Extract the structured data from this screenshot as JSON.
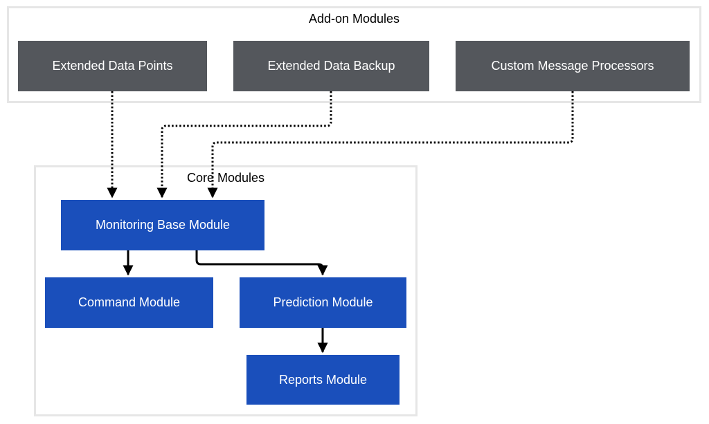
{
  "addon_group": {
    "title": "Add-on Modules",
    "nodes": {
      "extended_data_points": "Extended Data Points",
      "extended_data_backup": "Extended Data Backup",
      "custom_message_processors": "Custom Message Processors"
    }
  },
  "core_group": {
    "title": "Core Modules",
    "nodes": {
      "monitoring_base": "Monitoring Base Module",
      "command": "Command Module",
      "prediction": "Prediction Module",
      "reports": "Reports Module"
    }
  },
  "edges": [
    {
      "from": "Extended Data Points",
      "to": "Monitoring Base Module",
      "style": "dotted"
    },
    {
      "from": "Extended Data Backup",
      "to": "Monitoring Base Module",
      "style": "dotted"
    },
    {
      "from": "Custom Message Processors",
      "to": "Monitoring Base Module",
      "style": "dotted"
    },
    {
      "from": "Monitoring Base Module",
      "to": "Command Module",
      "style": "solid"
    },
    {
      "from": "Monitoring Base Module",
      "to": "Prediction Module",
      "style": "solid"
    },
    {
      "from": "Prediction Module",
      "to": "Reports Module",
      "style": "solid"
    }
  ],
  "colors": {
    "addon_node": "#54575c",
    "core_node": "#1a4fbb",
    "group_border": "#e6e6e6",
    "edge": "#000000"
  }
}
